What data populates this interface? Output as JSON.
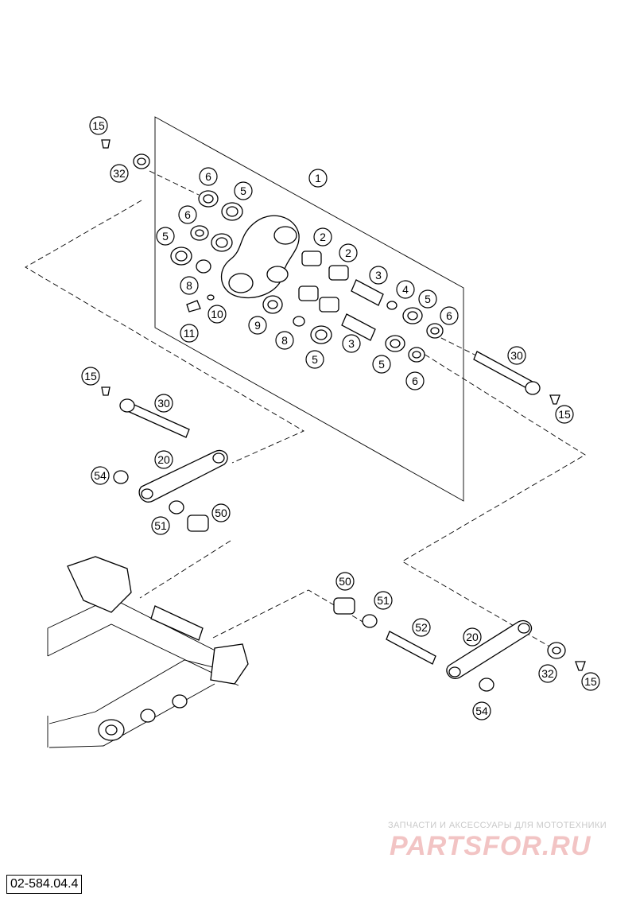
{
  "callouts": [
    {
      "id": "c-15-a",
      "label": "15"
    },
    {
      "id": "c-32-a",
      "label": "32"
    },
    {
      "id": "c-1",
      "label": "1"
    },
    {
      "id": "c-6-a",
      "label": "6"
    },
    {
      "id": "c-5-a",
      "label": "5"
    },
    {
      "id": "c-6-b",
      "label": "6"
    },
    {
      "id": "c-5-b",
      "label": "5"
    },
    {
      "id": "c-2-a",
      "label": "2"
    },
    {
      "id": "c-2-b",
      "label": "2"
    },
    {
      "id": "c-8-a",
      "label": "8"
    },
    {
      "id": "c-3-a",
      "label": "3"
    },
    {
      "id": "c-4",
      "label": "4"
    },
    {
      "id": "c-5-c",
      "label": "5"
    },
    {
      "id": "c-10",
      "label": "10"
    },
    {
      "id": "c-11",
      "label": "11"
    },
    {
      "id": "c-9",
      "label": "9"
    },
    {
      "id": "c-6-c",
      "label": "6"
    },
    {
      "id": "c-8-b",
      "label": "8"
    },
    {
      "id": "c-3-b",
      "label": "3"
    },
    {
      "id": "c-5-d",
      "label": "5"
    },
    {
      "id": "c-5-e",
      "label": "5"
    },
    {
      "id": "c-6-d",
      "label": "6"
    },
    {
      "id": "c-30-a",
      "label": "30"
    },
    {
      "id": "c-15-b",
      "label": "15"
    },
    {
      "id": "c-15-c",
      "label": "15"
    },
    {
      "id": "c-30-b",
      "label": "30"
    },
    {
      "id": "c-20-a",
      "label": "20"
    },
    {
      "id": "c-54-a",
      "label": "54"
    },
    {
      "id": "c-50-a",
      "label": "50"
    },
    {
      "id": "c-51-a",
      "label": "51"
    },
    {
      "id": "c-50-b",
      "label": "50"
    },
    {
      "id": "c-51-b",
      "label": "51"
    },
    {
      "id": "c-52",
      "label": "52"
    },
    {
      "id": "c-20-b",
      "label": "20"
    },
    {
      "id": "c-32-b",
      "label": "32"
    },
    {
      "id": "c-15-d",
      "label": "15"
    },
    {
      "id": "c-54-b",
      "label": "54"
    }
  ],
  "watermark": {
    "tagline": "ЗАПЧАСТИ И АКСЕССУАРЫ ДЛЯ МОТОТЕХНИКИ",
    "brand": "PARTSFOR.RU"
  },
  "diagram_code": "02-584.04.4"
}
